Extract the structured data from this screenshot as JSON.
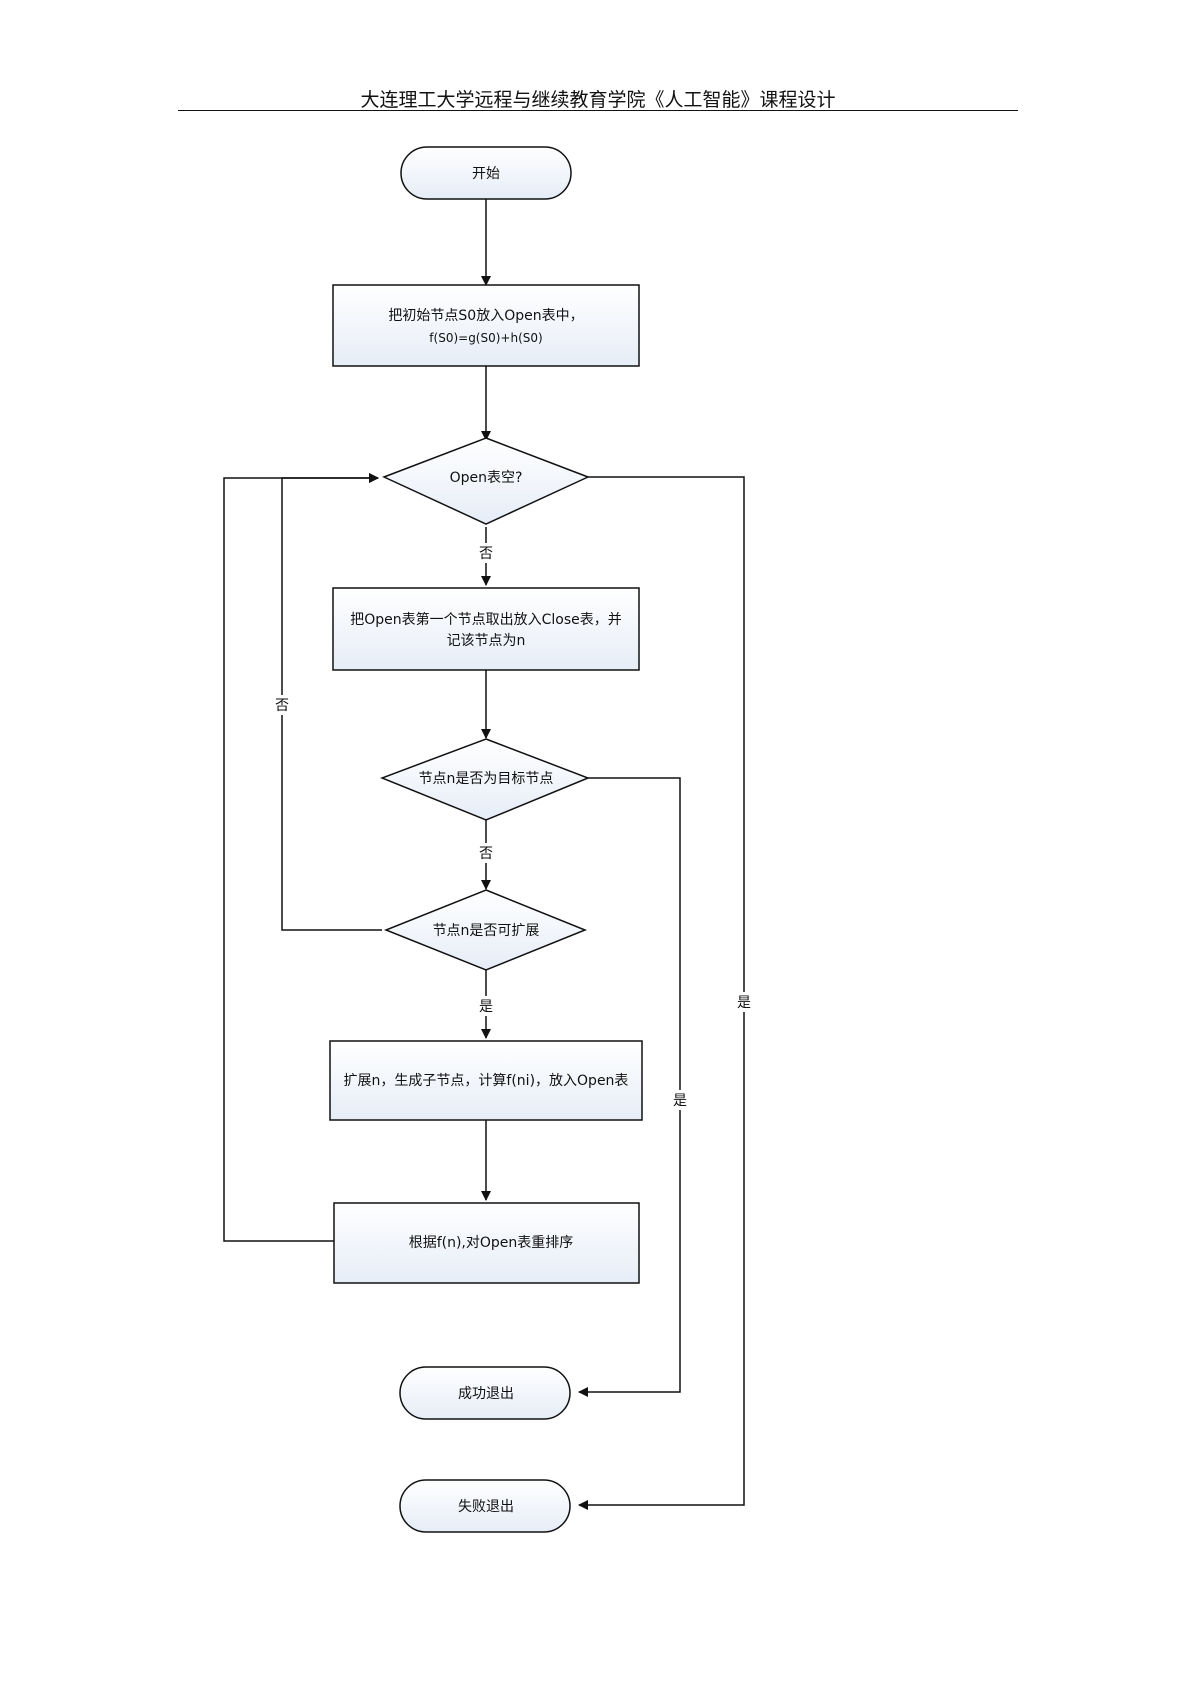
{
  "header": {
    "title": "大连理工大学远程与继续教育学院《人工智能》课程设计"
  },
  "flowchart": {
    "nodes": {
      "start": "开始",
      "init": [
        "把初始节点S0放入Open表中，",
        "f(S0)=g(S0)+h(S0)"
      ],
      "open_empty": "Open表空?",
      "take_first": [
        "把Open表第一个节点取出放入Close表，并",
        "记该节点为n"
      ],
      "is_goal": "节点n是否为目标节点",
      "expandable": "节点n是否可扩展",
      "expand": "扩展n，生成子节点，计算f(ni)，放入Open表",
      "sort": "根据f(n),对Open表重排序",
      "success": "成功退出",
      "fail": "失败退出"
    },
    "edge_labels": {
      "open_empty_no": "否",
      "is_goal_no": "否",
      "expandable_yes": "是",
      "expandable_no": "否",
      "is_goal_yes": "是",
      "open_empty_yes": "是"
    }
  },
  "colors": {
    "line": "#111111",
    "box_fill_top": "#ffffff",
    "box_fill_bottom": "#e8eef7"
  }
}
